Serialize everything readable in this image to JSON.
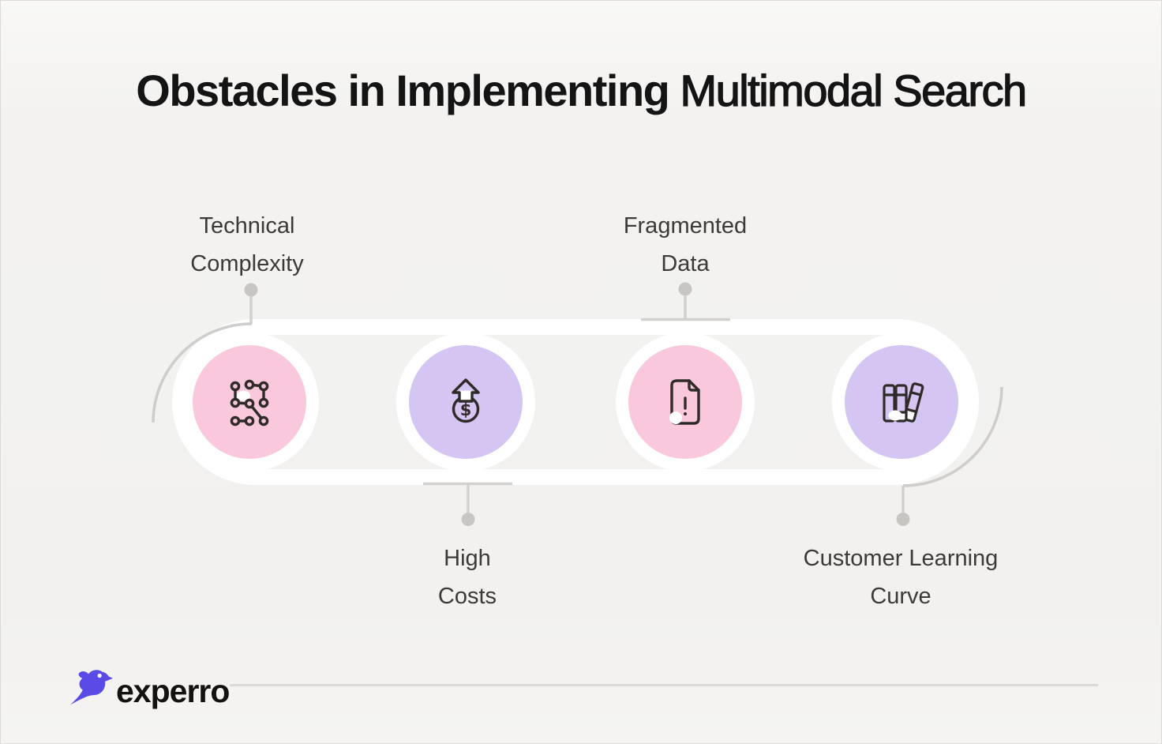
{
  "title": {
    "part1": "Obstacles in Implementing",
    "part2": " Multimodal Search"
  },
  "obstacles": [
    {
      "line1": "Technical",
      "line2": "Complexity",
      "icon": "pattern-nodes-icon",
      "circle_color": "#F9C8DC",
      "label_position": "top"
    },
    {
      "line1": "High",
      "line2": "Costs",
      "icon": "rising-cost-icon",
      "circle_color": "#D5C5F3",
      "label_position": "bottom"
    },
    {
      "line1": "Fragmented",
      "line2": "Data",
      "icon": "document-alert-icon",
      "circle_color": "#F9C8DC",
      "label_position": "top"
    },
    {
      "line1": "Customer Learning",
      "line2": "Curve",
      "icon": "books-icon",
      "circle_color": "#D5C5F3",
      "label_position": "bottom"
    }
  ],
  "icons": {
    "dollar_symbol": "$"
  },
  "logo": {
    "text": "experro",
    "icon": "bird-logo-icon",
    "color": "#5A4BE7"
  },
  "colors": {
    "background": "#F2F1EF",
    "band_white": "#FFFFFF",
    "pink": "#F9C8DC",
    "purple": "#D5C5F3",
    "icon_stroke": "#2E2B28",
    "connector_line": "#D3D1CF",
    "connector_dot": "#C8C6C3",
    "label_text": "#3C3A38",
    "title_text": "#141414"
  }
}
